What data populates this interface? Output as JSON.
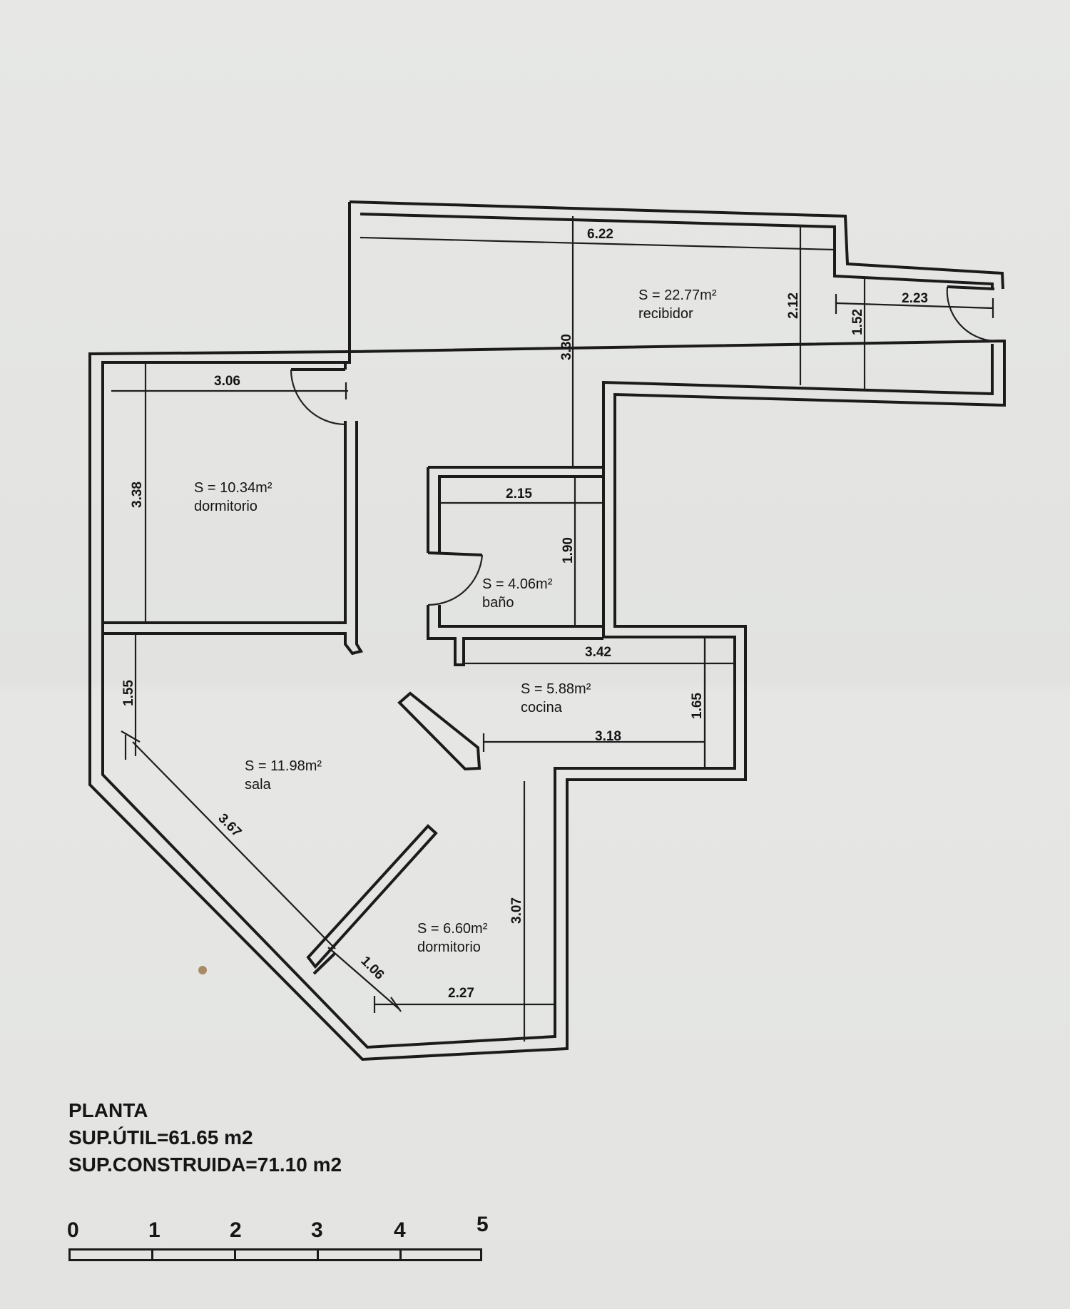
{
  "rooms": {
    "recibidor": {
      "area": "S = 22.77m²",
      "name": "recibidor"
    },
    "dormitorio_1": {
      "area": "S = 10.34m²",
      "name": "dormitorio"
    },
    "bano": {
      "area": "S = 4.06m²",
      "name": "baño"
    },
    "cocina": {
      "area": "S = 5.88m²",
      "name": "cocina"
    },
    "sala": {
      "area": "S = 11.98m²",
      "name": "sala"
    },
    "dormitorio_2": {
      "area": "S = 6.60m²",
      "name": "dormitorio"
    }
  },
  "dimensions": {
    "d622": "6.22",
    "d330": "3.30",
    "d212": "2.12",
    "d223": "2.23",
    "d152": "1.52",
    "d306": "3.06",
    "d338": "3.38",
    "d215": "2.15",
    "d190": "1.90",
    "d342": "3.42",
    "d165": "1.65",
    "d318": "3.18",
    "d155": "1.55",
    "d367": "3.67",
    "d307": "3.07",
    "d106": "1.06",
    "d227": "2.27"
  },
  "legend": {
    "title": "PLANTA",
    "useful": "SUP.ÚTIL=61.65 m2",
    "built": "SUP.CONSTRUIDA=71.10 m2"
  },
  "scale": {
    "labels": [
      "0",
      "1",
      "2",
      "3",
      "4",
      "5"
    ]
  }
}
